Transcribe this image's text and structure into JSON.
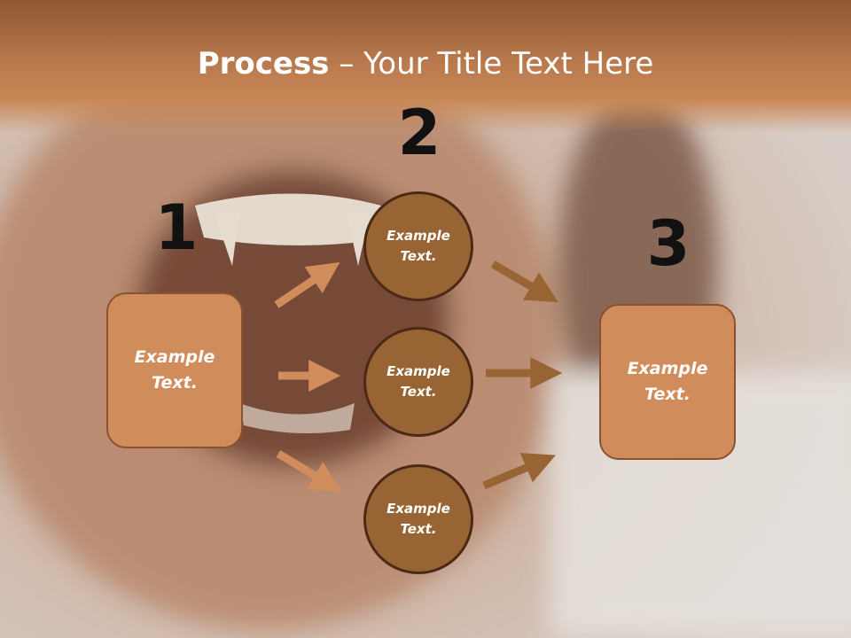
{
  "slide": {
    "title_bold": "Process",
    "title_rest": " – Your Title Text Here"
  },
  "steps": {
    "one": "1",
    "two": "2",
    "three": "3"
  },
  "left_box": {
    "text": "Example\nText."
  },
  "circles": [
    {
      "text": "Example\nText."
    },
    {
      "text": "Example\nText."
    },
    {
      "text": "Example\nText."
    }
  ],
  "right_box": {
    "text": "Example\nText."
  },
  "colors": {
    "box_fill": "#d08d5b",
    "circle_fill": "#986433",
    "arrow_light": "#d08d5b",
    "arrow_dark": "#986433"
  }
}
